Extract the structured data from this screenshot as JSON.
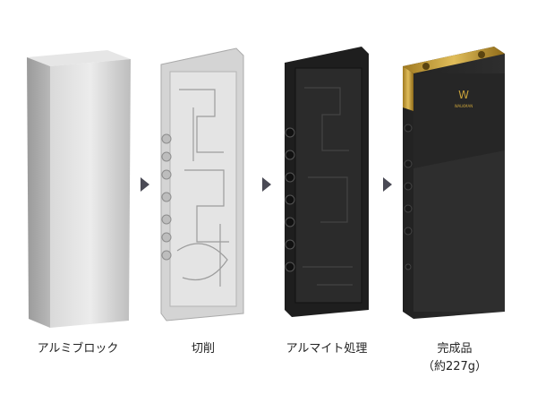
{
  "stages": [
    {
      "label": "アルミブロック"
    },
    {
      "label": "切削"
    },
    {
      "label": "アルマイト処理"
    },
    {
      "label": "完成品",
      "sublabel": "（約227g）"
    }
  ],
  "logo_text": "WALKMAN",
  "colors": {
    "arrow": "#4a4a55",
    "aluminum": "#c8c8c8",
    "anodized": "#1e1e1e",
    "gold": "#c9a23a"
  }
}
